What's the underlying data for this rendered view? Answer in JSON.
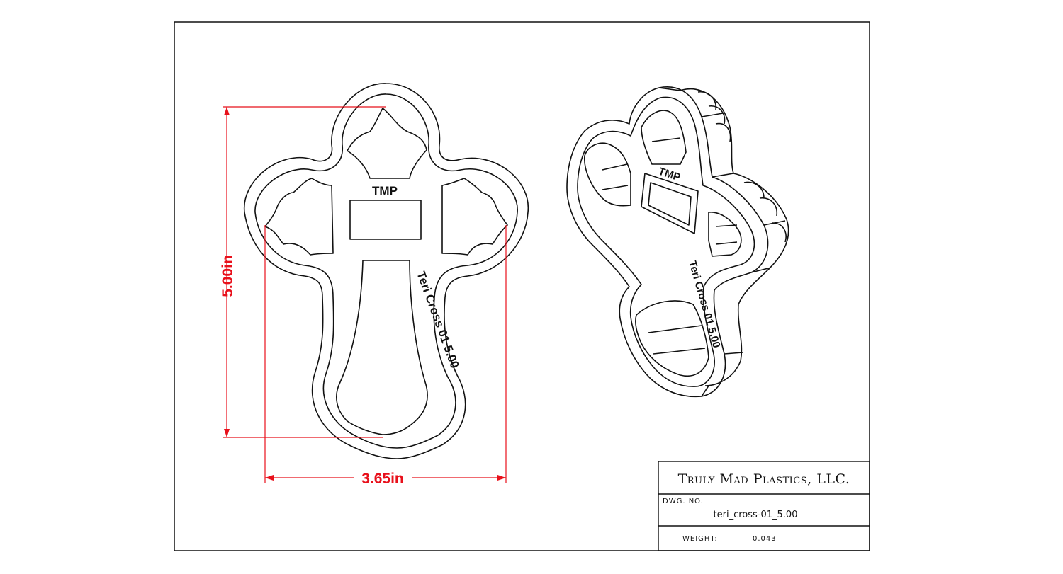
{
  "drawing": {
    "dimension_height": "5.00in",
    "dimension_width": "3.65in",
    "engraving_top": "TMP",
    "engraving_side": "Teri Cross 01 5.00",
    "iso_engraving_top": "TMP",
    "iso_engraving_side": "Teri Cross 01 5.00",
    "dimension_color": "#e8101b",
    "line_color": "#111111"
  },
  "title_block": {
    "company": "Truly Mad Plastics, LLC.",
    "dwg_no_label": "DWG. NO.",
    "dwg_no": "teri_cross-01_5.00",
    "weight_label": "WEIGHT:",
    "weight": "0.043"
  }
}
